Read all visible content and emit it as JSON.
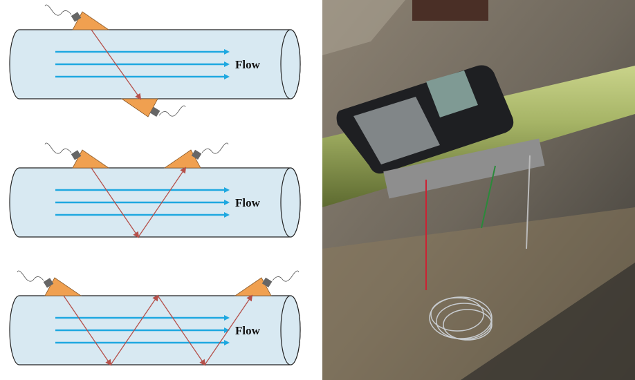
{
  "diagrams": [
    {
      "mode": "Z-method",
      "label": "Flow",
      "reflections": 0
    },
    {
      "mode": "V-method",
      "label": "Flow",
      "reflections": 1
    },
    {
      "mode": "W-method",
      "label": "Flow",
      "reflections": 3
    }
  ],
  "colors": {
    "pipe_fill": "#d8e9f2",
    "pipe_stroke": "#222222",
    "flow_arrow": "#1ea8e0",
    "sound_path": "#b5504a",
    "transducer": "#f0a050",
    "connector": "#666666"
  },
  "photo": {
    "subject": "portable-ultrasonic-flowmeter-on-pipe",
    "pipe_color": "#a5b564",
    "device_color": "#1e1f22"
  }
}
